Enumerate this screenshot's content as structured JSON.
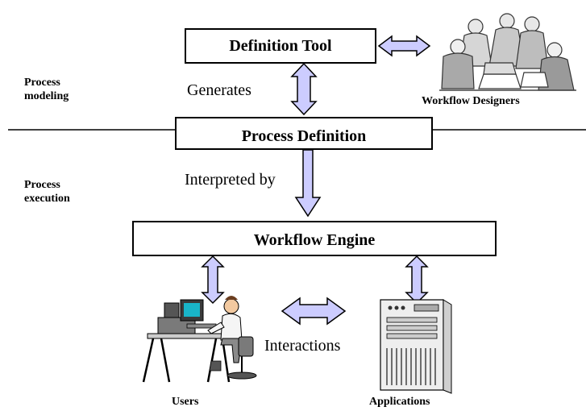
{
  "boxes": {
    "definition_tool": "Definition Tool",
    "process_definition": "Process Definition",
    "workflow_engine": "Workflow Engine"
  },
  "sections": {
    "modeling": "Process modeling",
    "modeling_line1": "Process",
    "modeling_line2": "modeling",
    "execution": "Process execution",
    "execution_line1": "Process",
    "execution_line2": "execution"
  },
  "connectors": {
    "generates": "Generates",
    "interpreted_by": "Interpreted by",
    "interactions": "Interactions"
  },
  "actors": {
    "designers": "Workflow Designers",
    "users": "Users",
    "applications": "Applications"
  },
  "colors": {
    "arrow_fill": "#ccccff",
    "arrow_stroke": "#000000"
  }
}
